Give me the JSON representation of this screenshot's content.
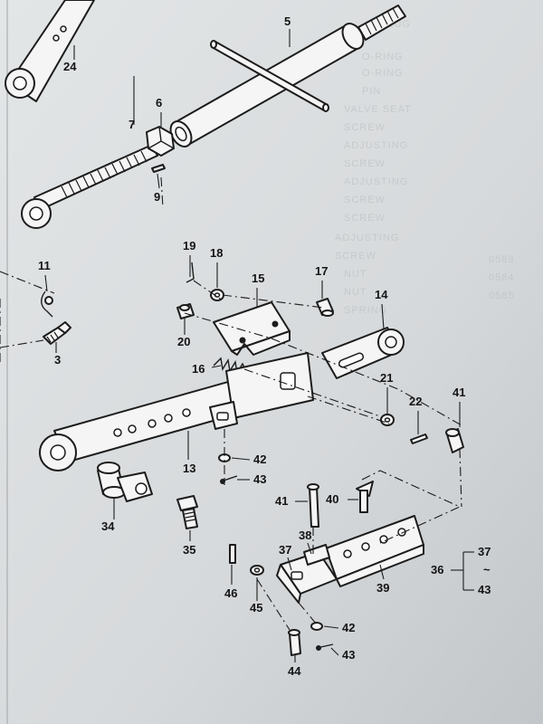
{
  "labels": {
    "l24": "24",
    "l5": "5",
    "l7": "7",
    "l6": "6",
    "l9": "9",
    "l19": "19",
    "l18": "18",
    "l15": "15",
    "l17": "17",
    "l14": "14",
    "l11": "11",
    "l3": "3",
    "l20": "20",
    "l16": "16",
    "l21": "21",
    "l22": "22",
    "l41a": "41",
    "l13": "13",
    "l42a": "42",
    "l43a": "43",
    "l41b": "41",
    "l40": "40",
    "l34": "34",
    "l35": "35",
    "l38": "38",
    "l37": "37",
    "l39": "39",
    "l46": "46",
    "l45": "45",
    "l42b": "42",
    "l44": "44",
    "l43b": "43"
  },
  "group_note": {
    "group": "36",
    "first": "37",
    "range": "~",
    "last": "43"
  },
  "colors": {
    "background": "#cfd3d6",
    "ink": "#1c1c1c",
    "part_fill": "#f4f5f4"
  }
}
